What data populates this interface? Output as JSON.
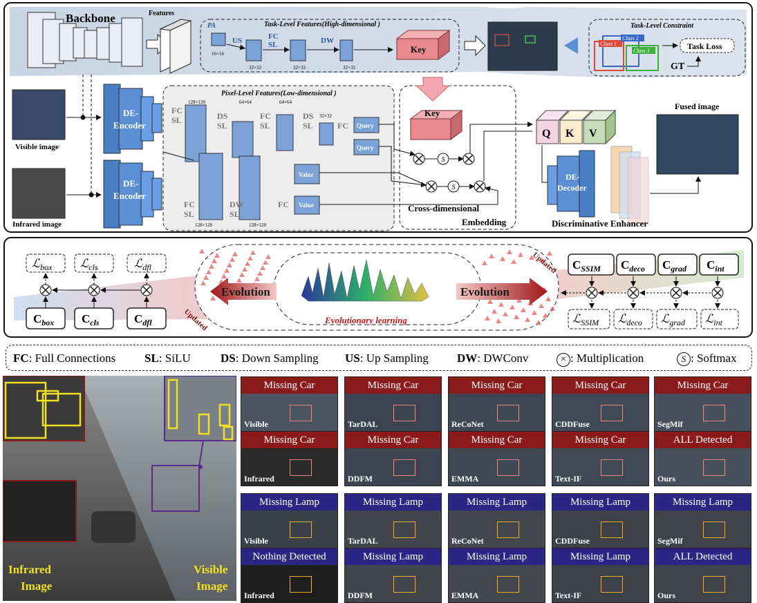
{
  "top_panel": {
    "backbone": "Backbone",
    "features": "Features",
    "pa": "PA",
    "us": "US",
    "fc_sl": [
      "FC",
      "SL"
    ],
    "dw": "DW",
    "dims": [
      "16×16",
      "32×32",
      "32×32",
      "32×32"
    ],
    "task_level_title": "Task-Level Features(High-dimensional )",
    "key_label": "Key",
    "task_constraint": "Task-Level Constraint",
    "class_labels": [
      "Class 1",
      "Class 2",
      "Class 3"
    ],
    "task_loss": "Task Loss",
    "gt": "GT",
    "pixel_level_title": "Pixel-Level Features(Low-dimensional )",
    "pixel_dims": [
      "128×128",
      "64×64",
      "64×64",
      "32×32",
      "128×128",
      "128×128"
    ],
    "ds_sl": [
      "DS",
      "SL"
    ],
    "dw_sl": [
      "DW",
      "SL"
    ],
    "fc": "FC",
    "query": "Query",
    "value": "Value",
    "visible_caption": "Visible image",
    "infrared_caption": "Infrared image",
    "de_encoder": [
      "DE-",
      "Encoder"
    ],
    "de_decoder": [
      "DE-",
      "Decoder"
    ],
    "qkv": [
      "Q",
      "K",
      "V"
    ],
    "softmax_symbol": "S",
    "cross_dim": [
      "Cross-dimensional",
      "Embedding"
    ],
    "disc_enhancer": "Discriminative Enhancer",
    "fused_image": "Fused image"
  },
  "evo_panel": {
    "left_losses": [
      "box",
      "cls",
      "dfl"
    ],
    "left_coeffs": [
      "box",
      "cls",
      "dfl"
    ],
    "right_coeffs": [
      "SSIM",
      "deco",
      "grad",
      "int"
    ],
    "right_losses": [
      "SSIM",
      "deco",
      "grad",
      "int"
    ],
    "evolution": "Evolution",
    "evolutionary_learning": "Evolutionary learning",
    "updated": "Updated"
  },
  "legend": [
    {
      "abbr": "FC",
      "text": ": Full Connections"
    },
    {
      "abbr": "SL",
      "text": ": SiLU"
    },
    {
      "abbr": "DS",
      "text": ": Down Sampling"
    },
    {
      "abbr": "US",
      "text": ": Up Sampling"
    },
    {
      "abbr": "DW",
      "text": ": DWConv"
    },
    {
      "abbr": "×",
      "text": ": Multiplication"
    },
    {
      "abbr": "S",
      "text": ": Softmax"
    }
  ],
  "bottom_left": {
    "infrared": [
      "Infrared",
      "Image"
    ],
    "visible": [
      "Visible",
      "Image"
    ]
  },
  "grid": {
    "row1": [
      {
        "title": "Missing Car",
        "label": "Visible"
      },
      {
        "title": "Missing Car",
        "label": "TarDAL"
      },
      {
        "title": "Missing Car",
        "label": "ReCoNet"
      },
      {
        "title": "Missing Car",
        "label": "CDDFuse"
      },
      {
        "title": "Missing Car",
        "label": "SegMif"
      }
    ],
    "row2": [
      {
        "title": "Missing Car",
        "label": "Infrared"
      },
      {
        "title": "Missing Car",
        "label": "DDFM"
      },
      {
        "title": "Missing Car",
        "label": "EMMA"
      },
      {
        "title": "Missing Car",
        "label": "Text-IF"
      },
      {
        "title": "ALL Detected",
        "label": "Ours"
      }
    ],
    "row3": [
      {
        "title": "Missing Lamp",
        "label": "Visible"
      },
      {
        "title": "Missing Lamp",
        "label": "TarDAL"
      },
      {
        "title": "Missing Lamp",
        "label": "ReCoNet"
      },
      {
        "title": "Missing Lamp",
        "label": "CDDFuse"
      },
      {
        "title": "Missing Lamp",
        "label": "SegMif"
      }
    ],
    "row4": [
      {
        "title": "Nothing Detected",
        "label": "Infrared"
      },
      {
        "title": "Missing Lamp",
        "label": "DDFM"
      },
      {
        "title": "Missing Lamp",
        "label": "EMMA"
      },
      {
        "title": "Missing Lamp",
        "label": "Text-IF"
      },
      {
        "title": "ALL Detected",
        "label": "Ours"
      }
    ]
  }
}
